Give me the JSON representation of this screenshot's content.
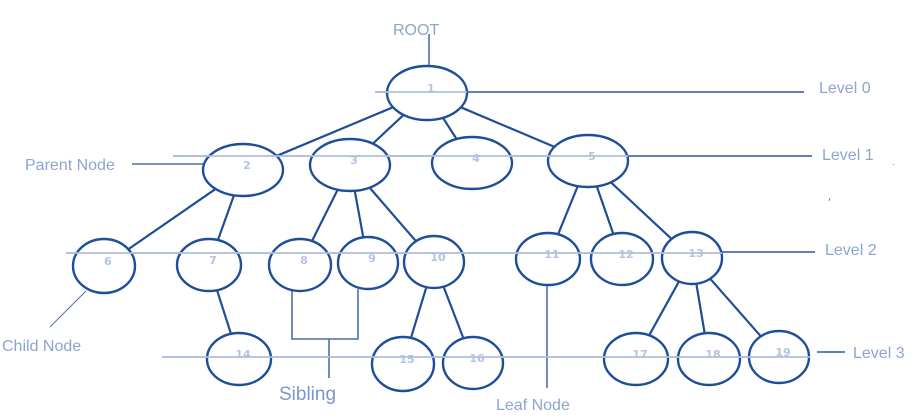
{
  "diagram": {
    "title": "Tree data structure terminology",
    "annotations": {
      "root": "ROOT",
      "parent_node": "Parent Node",
      "child_node": "Child Node",
      "sibling": "Sibling",
      "leaf_node": "Leaf Node"
    },
    "levels": [
      "Level 0",
      "Level 1",
      "Level 2",
      "Level 3"
    ],
    "nodes": [
      {
        "id": "1",
        "level": 0,
        "parent": null
      },
      {
        "id": "2",
        "level": 1,
        "parent": "1"
      },
      {
        "id": "3",
        "level": 1,
        "parent": "1"
      },
      {
        "id": "4",
        "level": 1,
        "parent": "1"
      },
      {
        "id": "5",
        "level": 1,
        "parent": "1"
      },
      {
        "id": "6",
        "level": 2,
        "parent": "2"
      },
      {
        "id": "7",
        "level": 2,
        "parent": "2"
      },
      {
        "id": "8",
        "level": 2,
        "parent": "3"
      },
      {
        "id": "9",
        "level": 2,
        "parent": "3"
      },
      {
        "id": "10",
        "level": 2,
        "parent": "3"
      },
      {
        "id": "11",
        "level": 2,
        "parent": "5"
      },
      {
        "id": "12",
        "level": 2,
        "parent": "5"
      },
      {
        "id": "13",
        "level": 2,
        "parent": "5"
      },
      {
        "id": "14",
        "level": 3,
        "parent": "7"
      },
      {
        "id": "15",
        "level": 3,
        "parent": "10"
      },
      {
        "id": "16",
        "level": 3,
        "parent": "10"
      },
      {
        "id": "17",
        "level": 3,
        "parent": "13"
      },
      {
        "id": "18",
        "level": 3,
        "parent": "13"
      },
      {
        "id": "19",
        "level": 3,
        "parent": "13"
      }
    ],
    "colors": {
      "node_stroke": "#1f4e99",
      "node_label": "#b4c3e0",
      "annotation_text": "#8ea4cf",
      "level_line": "#b0bfdf"
    }
  }
}
